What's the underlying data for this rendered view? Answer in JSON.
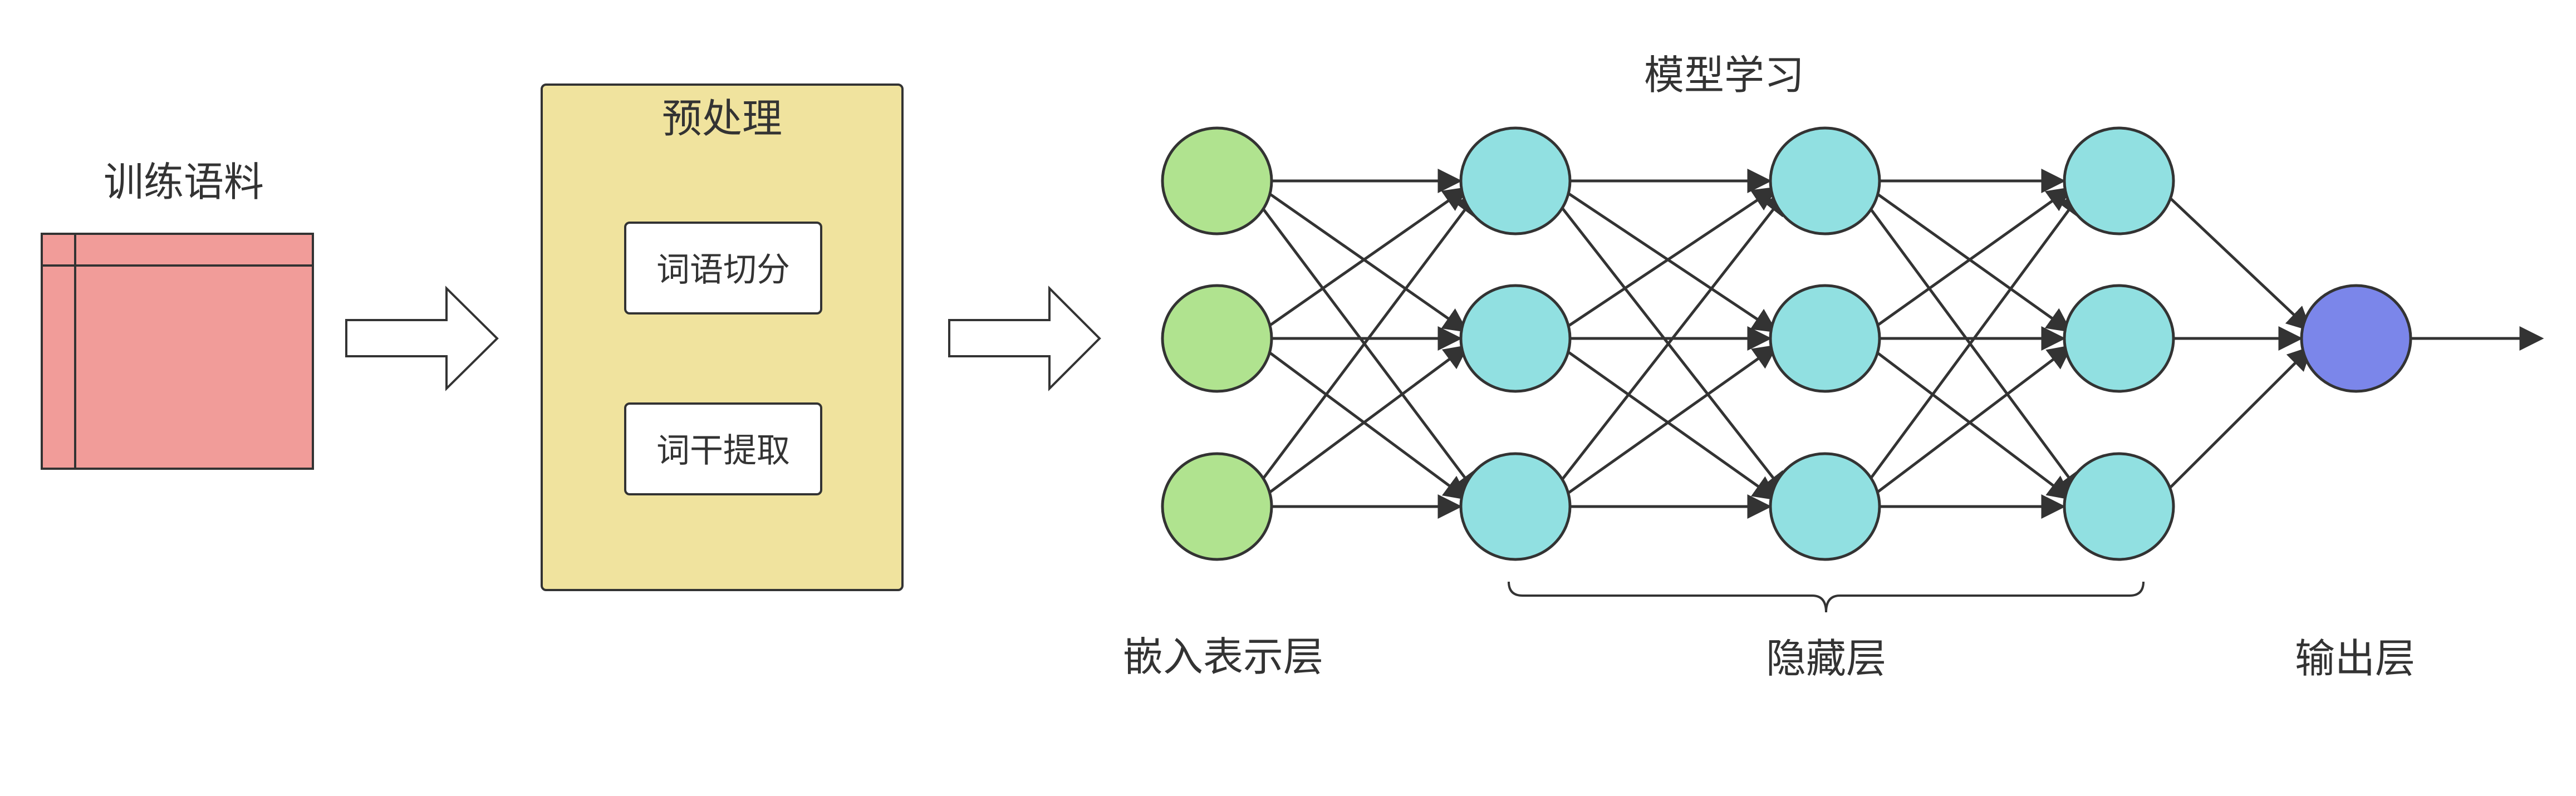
{
  "labels": {
    "corpus": "训练语料",
    "preprocess_title": "预处理",
    "tokenize": "词语切分",
    "stemming": "词干提取",
    "model_learning": "模型学习",
    "embedding_layer": "嵌入表示层",
    "hidden_layer": "隐藏层",
    "output_layer": "输出层"
  },
  "colors": {
    "stroke": "#333333",
    "table_fill": "#f19c99",
    "preprocess_fill": "#f0e39e",
    "box_fill": "#ffffff",
    "input_node": "#b0e38f",
    "hidden_node": "#91e0e1",
    "output_node": "#7b86ea"
  },
  "network": {
    "input_nodes": 3,
    "hidden_layers": 3,
    "hidden_nodes_per_layer": 3,
    "output_nodes": 1
  }
}
